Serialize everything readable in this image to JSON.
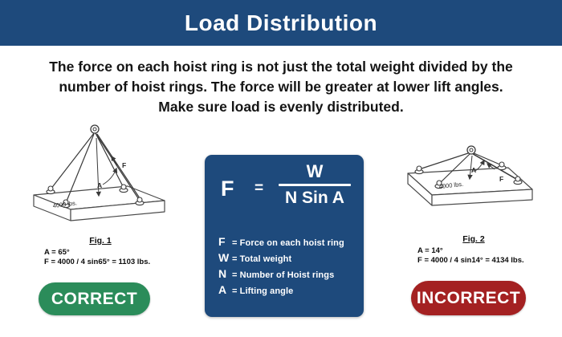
{
  "header": {
    "title": "Load Distribution"
  },
  "intro": {
    "lines": [
      "The force on each hoist ring is not just the total weight divided by the",
      "number of hoist rings. The force will be greater at lower lift angles.",
      "Make sure load is evenly distributed."
    ]
  },
  "formula": {
    "lhs": "F",
    "equals": "=",
    "numerator": "W",
    "denominator": "N Sin A",
    "legend": [
      {
        "letter": "F",
        "desc": "= Force on each hoist ring"
      },
      {
        "letter": "W",
        "desc": "= Total weight"
      },
      {
        "letter": "N",
        "desc": "= Number of Hoist rings"
      },
      {
        "letter": "A",
        "desc": "= Lifting angle"
      }
    ]
  },
  "fig1": {
    "caption": "Fig. 1",
    "angle_line": "A = 65°",
    "force_line": "F = 4000 / 4 sin65° = 1103 lbs.",
    "verdict": "CORRECT",
    "labels": {
      "weight": "4000 lbs.",
      "angle": "A",
      "force": "F"
    }
  },
  "fig2": {
    "caption": "Fig. 2",
    "angle_line": "A = 14°",
    "force_line": "F = 4000 / 4 sin14° = 4134 lbs.",
    "verdict": "INCORRECT",
    "labels": {
      "weight": "4000 lbs.",
      "angle": "A",
      "force": "F"
    }
  },
  "colors": {
    "header_blue": "#1e4a7c",
    "correct_green": "#2b8c5a",
    "incorrect_red": "#a42122"
  }
}
